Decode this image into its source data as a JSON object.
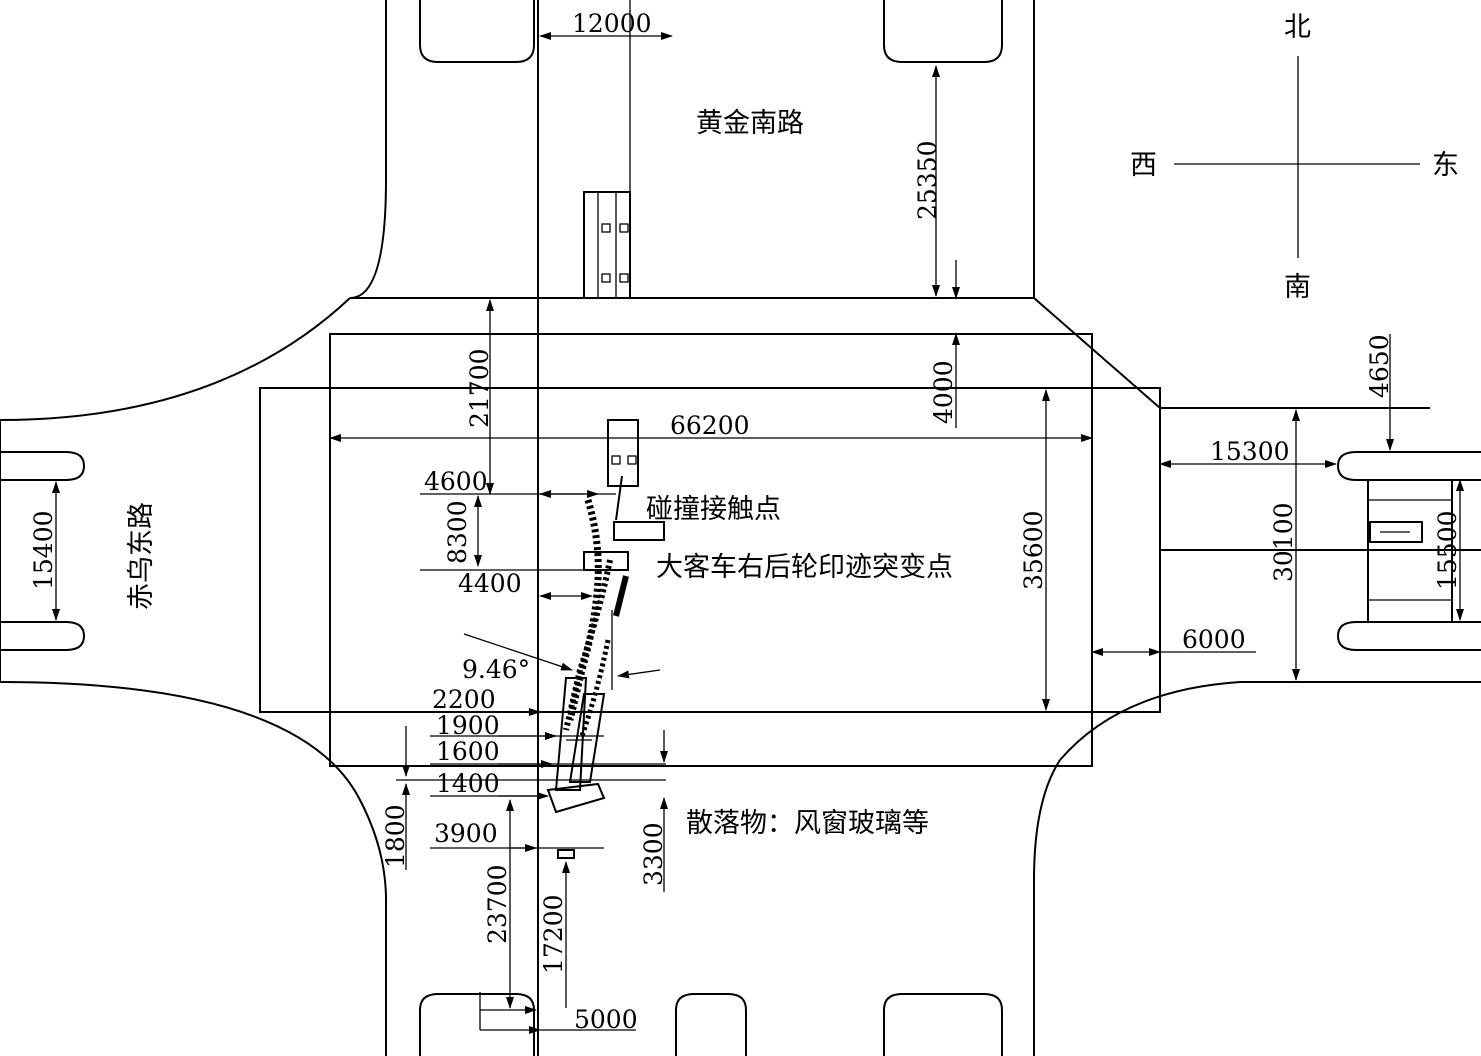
{
  "compass": {
    "north": "北",
    "south": "南",
    "west": "西",
    "east": "东"
  },
  "roads": {
    "north_road": "黄金南路",
    "west_road": "赤乌东路"
  },
  "annotations": {
    "collision_point": "碰撞接触点",
    "tire_mark_point": "大客车右后轮印迹突变点",
    "debris": "散落物：风窗玻璃等",
    "angle": "9.46°"
  },
  "dimensions": {
    "d12000": "12000",
    "d25350": "25350",
    "d21700": "21700",
    "d4000": "4000",
    "d66200": "66200",
    "d4600": "4600",
    "d8300": "8300",
    "d4400": "4400",
    "d35600": "35600",
    "d4650": "4650",
    "d15300": "15300",
    "d30100": "30100",
    "d15500": "15500",
    "d6000": "6000",
    "d15400": "15400",
    "d2200": "2200",
    "d1900": "1900",
    "d1600": "1600",
    "d1400": "1400",
    "d1800": "1800",
    "d3900": "3900",
    "d3300": "3300",
    "d23700": "23700",
    "d17200": "17200",
    "d5000": "5000"
  }
}
